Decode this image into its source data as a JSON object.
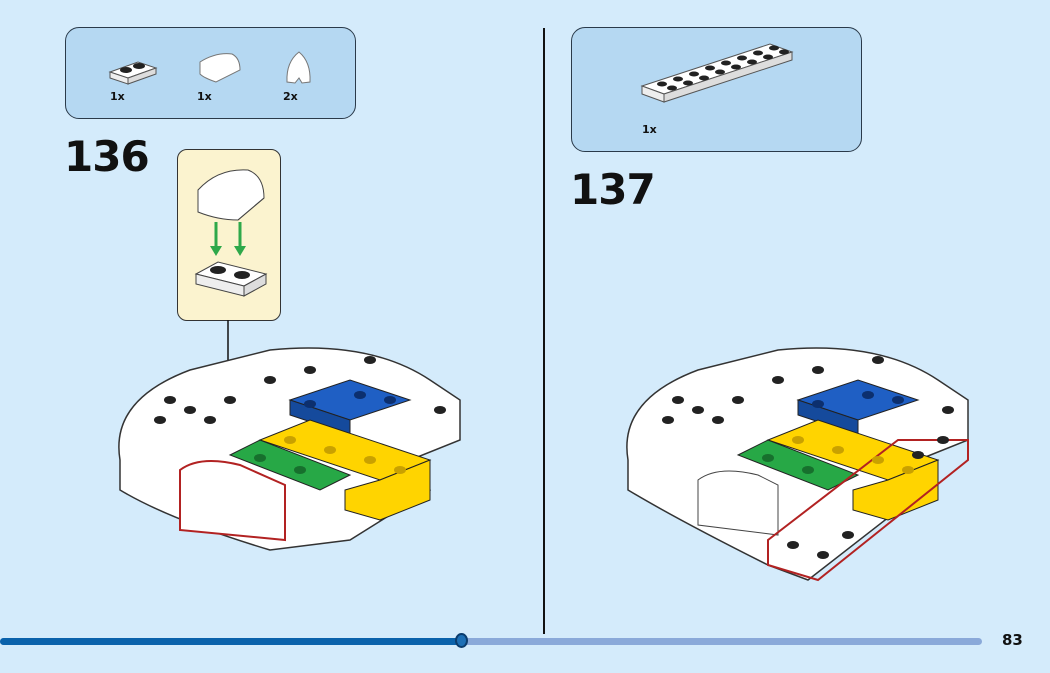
{
  "steps": [
    {
      "number": "136",
      "parts": [
        {
          "name": "plate-1x2",
          "qty": "1x"
        },
        {
          "name": "curved-slope-2x1",
          "qty": "1x"
        },
        {
          "name": "nose-cone-slope",
          "qty": "2x"
        }
      ]
    },
    {
      "number": "137",
      "parts": [
        {
          "name": "plate-2x8",
          "qty": "1x"
        }
      ]
    }
  ],
  "page_number": "83",
  "progress": 0.47,
  "colors": {
    "background": "#d4ebfb",
    "parts_box": "#b5d8f2",
    "callout": "#fbf3cf",
    "progress_fill": "#0a62ab",
    "progress_track": "#8aa9d9",
    "blue": "#1f5fc4",
    "green": "#27a846",
    "yellow": "#ffd400",
    "highlight": "#b22222"
  }
}
